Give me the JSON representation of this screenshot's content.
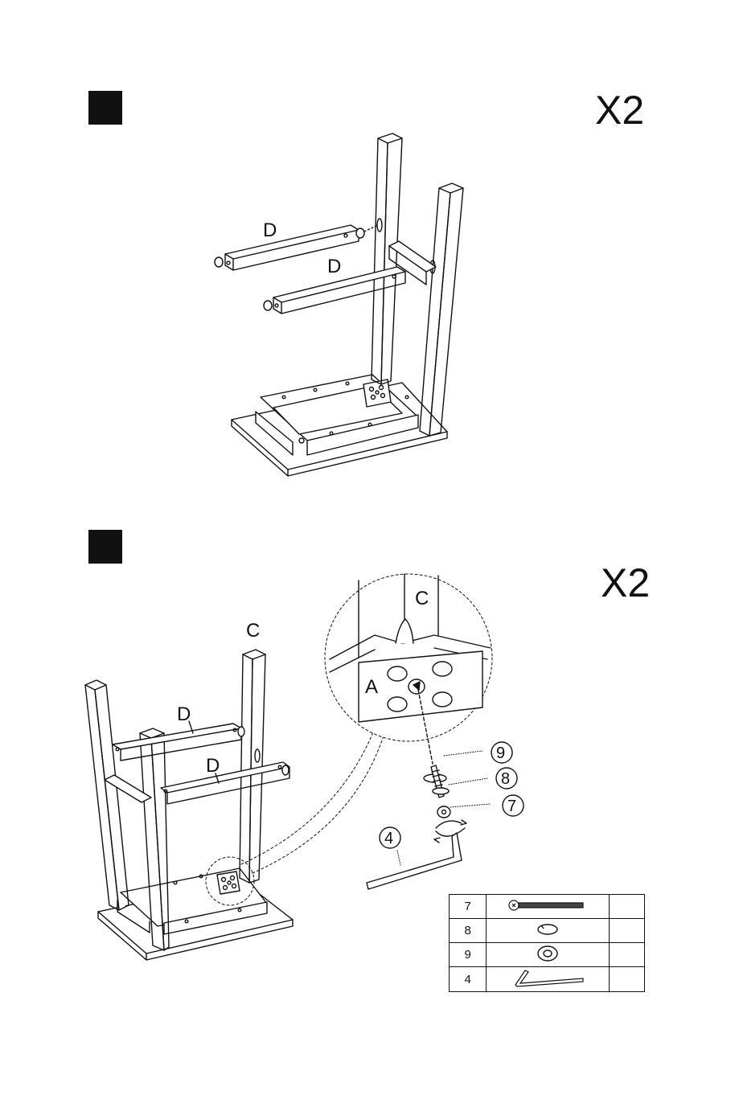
{
  "step1": {
    "quantity": "X2",
    "part_labels": [
      "D",
      "D"
    ]
  },
  "step2": {
    "quantity": "X2",
    "part_labels": [
      "C",
      "D",
      "D"
    ],
    "detail_labels": [
      "C",
      "A"
    ],
    "callouts": [
      "9",
      "8",
      "7",
      "4"
    ]
  },
  "parts_table": {
    "rows": [
      {
        "id": "7",
        "icon": "bolt-icon"
      },
      {
        "id": "8",
        "icon": "spring-washer-icon"
      },
      {
        "id": "9",
        "icon": "flat-washer-icon"
      },
      {
        "id": "4",
        "icon": "allen-key-icon"
      }
    ]
  }
}
